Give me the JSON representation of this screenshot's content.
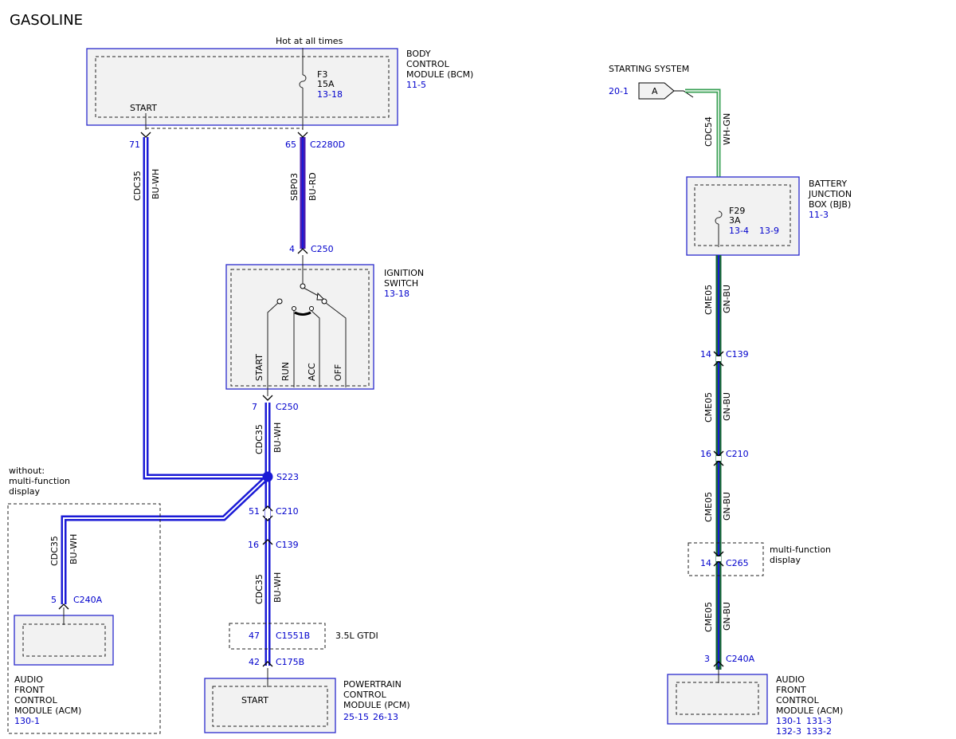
{
  "title": "GASOLINE",
  "colors": {
    "blue_white": "#1a1ad6",
    "blue_red": "#4a1ab0",
    "green_blue": "#15643a",
    "white_green": "#3aa055",
    "ref_text": "#0000cc",
    "box_border": "#2a2acc",
    "box_fill": "#f2f2f2"
  },
  "bcm": {
    "lines": [
      "BODY",
      "CONTROL",
      "MODULE (BCM)"
    ],
    "ref": "11-5",
    "hot_label": "Hot at all times",
    "fuse_name": "F3",
    "fuse_rating": "15A",
    "fuse_ref": "13-18",
    "pin_label": "START"
  },
  "wires": {
    "w71": {
      "pin": "71",
      "circuit": "CDC35",
      "color": "BU-WH"
    },
    "w65": {
      "pin": "65",
      "connector": "C2280D",
      "circuit": "SBP03",
      "color": "BU-RD"
    },
    "c250a": {
      "pin": "4",
      "connector": "C250"
    },
    "c250b": {
      "pin": "7",
      "connector": "C250",
      "circuit": "CDC35",
      "color": "BU-WH"
    },
    "splice": {
      "name": "S223"
    },
    "c210": {
      "pin": "51",
      "connector": "C210"
    },
    "c139": {
      "pin": "16",
      "connector": "C139",
      "circuit": "CDC35",
      "color": "BU-WH"
    },
    "c1551b": {
      "pin": "47",
      "connector": "C1551B",
      "note": "3.5L GTDI"
    },
    "c175b": {
      "pin": "42",
      "connector": "C175B"
    },
    "acm_left": {
      "pin": "5",
      "connector": "C240A",
      "circuit": "CDC35",
      "color": "BU-WH"
    }
  },
  "ignition": {
    "lines": [
      "IGNITION",
      "SWITCH"
    ],
    "ref": "13-18",
    "positions": [
      "START",
      "RUN",
      "ACC",
      "OFF"
    ]
  },
  "left_option": {
    "lines": [
      "without:",
      "multi-function",
      "display"
    ]
  },
  "acm_left": {
    "lines": [
      "AUDIO",
      "FRONT",
      "CONTROL",
      "MODULE (ACM)"
    ],
    "ref": "130-1"
  },
  "pcm": {
    "pin_label": "START",
    "lines": [
      "POWERTRAIN",
      "CONTROL",
      "MODULE (PCM)"
    ],
    "refs": [
      "25-15",
      "26-13"
    ]
  },
  "starting": {
    "label": "STARTING SYSTEM",
    "ref": "20-1",
    "connector": "A",
    "circuit": "CDC54",
    "color": "WH-GN"
  },
  "bjb": {
    "lines": [
      "BATTERY",
      "JUNCTION",
      "BOX (BJB)"
    ],
    "ref": "11-3",
    "fuse_name": "F29",
    "fuse_rating": "3A",
    "fuse_refs": [
      "13-4",
      "13-9"
    ]
  },
  "right_wires": {
    "seg1": {
      "circuit": "CME05",
      "color": "GN-BU"
    },
    "c139": {
      "pin": "14",
      "connector": "C139"
    },
    "seg2": {
      "circuit": "CME05",
      "color": "GN-BU"
    },
    "c210": {
      "pin": "16",
      "connector": "C210"
    },
    "seg3": {
      "circuit": "CME05",
      "color": "GN-BU"
    },
    "c265": {
      "pin": "14",
      "connector": "C265",
      "option": [
        "multi-function",
        "display"
      ]
    },
    "seg4": {
      "circuit": "CME05",
      "color": "GN-BU"
    },
    "c240a": {
      "pin": "3",
      "connector": "C240A"
    }
  },
  "acm_right": {
    "lines": [
      "AUDIO",
      "FRONT",
      "CONTROL",
      "MODULE (ACM)"
    ],
    "refs": [
      "130-1",
      "131-3",
      "132-3",
      "133-2"
    ]
  }
}
